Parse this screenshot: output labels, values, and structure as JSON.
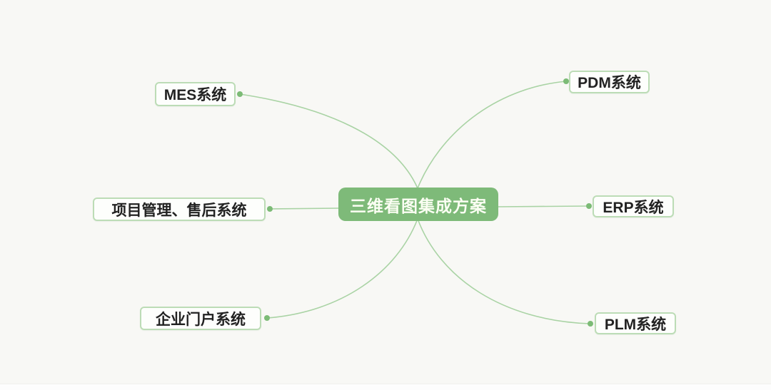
{
  "diagram": {
    "type": "mindmap",
    "center": {
      "label": "三维看图集成方案"
    },
    "nodes": [
      {
        "id": "mes",
        "label": "MES系统",
        "side": "left",
        "position": "top"
      },
      {
        "id": "project",
        "label": "项目管理、售后系统",
        "side": "left",
        "position": "middle"
      },
      {
        "id": "portal",
        "label": "企业门户系统",
        "side": "left",
        "position": "bottom"
      },
      {
        "id": "pdm",
        "label": "PDM系统",
        "side": "right",
        "position": "top"
      },
      {
        "id": "erp",
        "label": "ERP系统",
        "side": "right",
        "position": "middle"
      },
      {
        "id": "plm",
        "label": "PLM系统",
        "side": "right",
        "position": "bottom"
      }
    ],
    "colors": {
      "background": "#f8f8f5",
      "center_fill": "#7eba79",
      "center_text": "#fbfef3",
      "node_background": "#fdfefc",
      "node_border": "#bcdcb6",
      "node_text": "#222222",
      "connector_line": "#a9d3a4",
      "connector_dot": "#7cbb76"
    }
  }
}
